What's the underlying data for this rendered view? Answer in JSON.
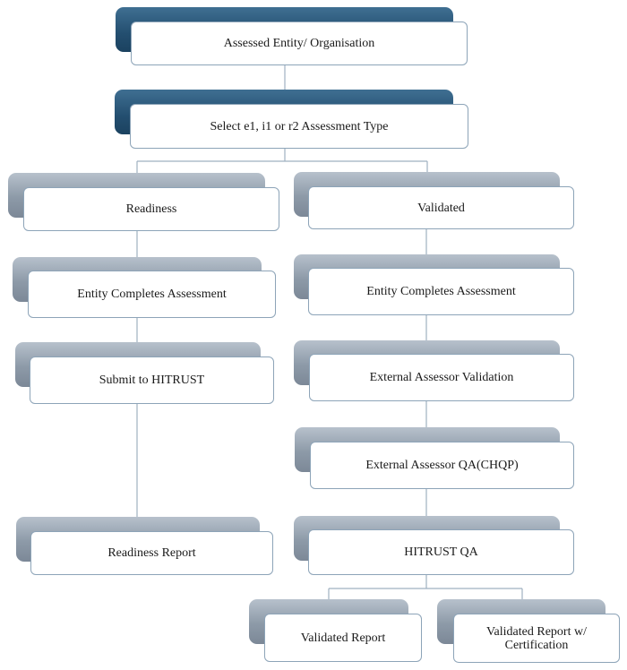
{
  "diagram": {
    "nodes": [
      {
        "id": "assessed-entity",
        "label": "Assessed Entity/ Organisation"
      },
      {
        "id": "select-type",
        "label": "Select e1, i1  or r2 Assessment Type"
      },
      {
        "id": "readiness",
        "label": "Readiness"
      },
      {
        "id": "validated",
        "label": "Validated"
      },
      {
        "id": "entity-completes-left",
        "label": "Entity  Completes Assessment"
      },
      {
        "id": "entity-completes-right",
        "label": "Entity  Completes Assessment"
      },
      {
        "id": "submit-hitrust",
        "label": "Submit  to HITRUST"
      },
      {
        "id": "external-validation",
        "label": "External Assessor Validation"
      },
      {
        "id": "external-qa",
        "label": "External Assessor QA(CHQP)"
      },
      {
        "id": "readiness-report",
        "label": "Readiness Report"
      },
      {
        "id": "hitrust-qa",
        "label": "HITRUST QA"
      },
      {
        "id": "validated-report",
        "label": "Validated Report"
      },
      {
        "id": "validated-report-cert",
        "label": "Validated Report w/\nCertification"
      }
    ],
    "colors": {
      "header_shadow": "#234e6f",
      "box_shadow": "#8d9aa8",
      "box_border": "#8da4b8",
      "connector": "#9fb0c0",
      "text": "#1a1a1a"
    }
  }
}
